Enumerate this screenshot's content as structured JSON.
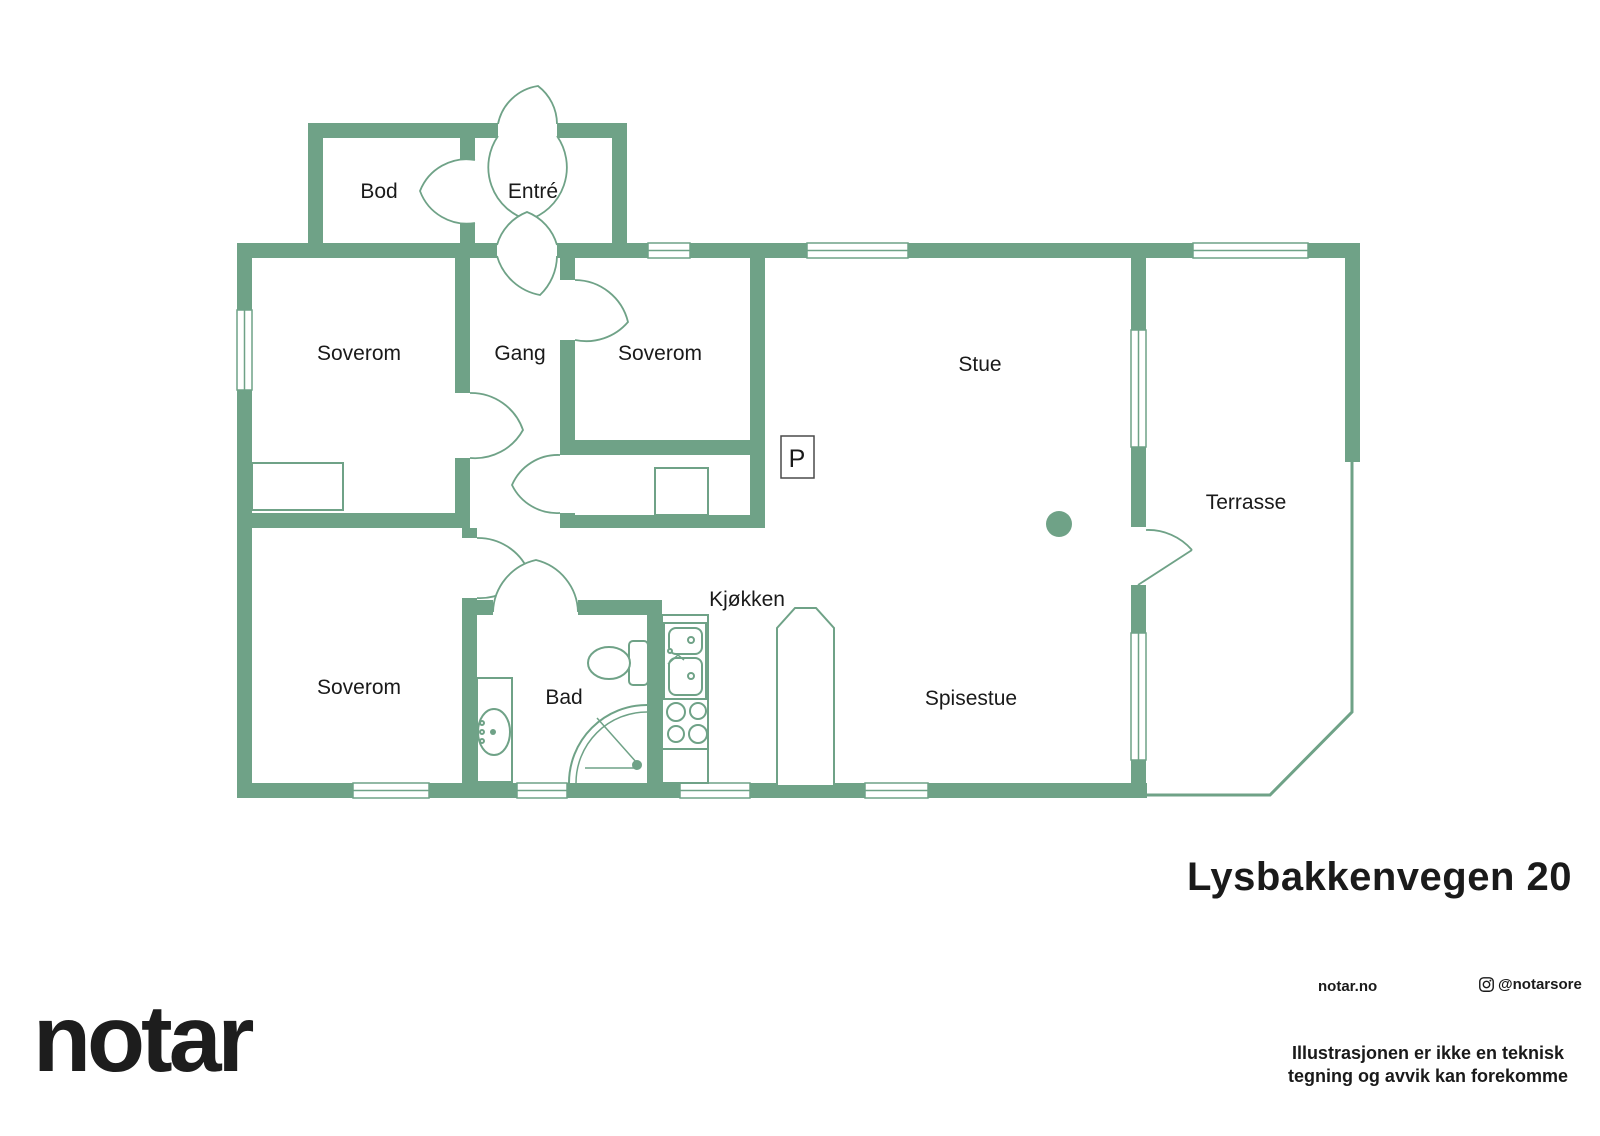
{
  "floorplan": {
    "wall_color": "#6fa287",
    "rooms": [
      {
        "id": "bod",
        "label": "Bod"
      },
      {
        "id": "entre",
        "label": "Entré"
      },
      {
        "id": "soverom-1",
        "label": "Soverom"
      },
      {
        "id": "gang",
        "label": "Gang"
      },
      {
        "id": "soverom-2",
        "label": "Soverom"
      },
      {
        "id": "stue",
        "label": "Stue"
      },
      {
        "id": "terrasse",
        "label": "Terrasse"
      },
      {
        "id": "soverom-3",
        "label": "Soverom"
      },
      {
        "id": "bad",
        "label": "Bad"
      },
      {
        "id": "kjokken",
        "label": "Kjøkken"
      },
      {
        "id": "spisestue",
        "label": "Spisestue"
      }
    ],
    "fireplace_marker": "P"
  },
  "footer": {
    "logo_text": "notar",
    "address": "Lysbakkenvegen 20",
    "website": "notar.no",
    "instagram_handle": "@notarsore",
    "disclaimer_line1": "Illustrasjonen er ikke en teknisk",
    "disclaimer_line2": "tegning og avvik kan forekomme"
  }
}
